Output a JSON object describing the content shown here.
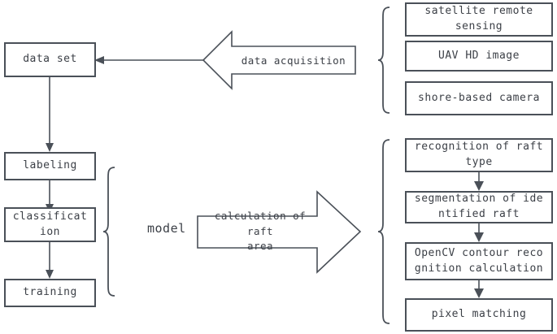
{
  "diagram": {
    "title": "Raft area calculation workflow flowchart",
    "stroke_color": "#4a5058",
    "text_color": "#3b3f46",
    "background": "#ffffff",
    "labels": {
      "model": "model"
    },
    "arrows": {
      "data_acquisition": "data  acquisition",
      "calculation_of_raft_area": "calculation  of  raft\narea"
    },
    "pipeline_left": [
      {
        "id": "data-set",
        "label": "data  set"
      },
      {
        "id": "labeling",
        "label": "labeling"
      },
      {
        "id": "classification",
        "label": "classificat\nion"
      },
      {
        "id": "training",
        "label": "training"
      }
    ],
    "sources_right": [
      {
        "id": "satellite-remote-sensing",
        "label": "satellite  remote\nsensing"
      },
      {
        "id": "uav-hd-image",
        "label": "UAV  HD  image"
      },
      {
        "id": "shore-based-camera",
        "label": "shore-based  camera"
      }
    ],
    "processing_right": [
      {
        "id": "recognition-of-raft-type",
        "label": "recognition  of  raft\ntype"
      },
      {
        "id": "segmentation-of-identified-raft",
        "label": "segmentation  of  ide\nntified raft"
      },
      {
        "id": "opencv-contour-recognition-calculation",
        "label": "OpenCV  contour  reco\ngnition  calculation"
      },
      {
        "id": "pixel-matching",
        "label": "pixel  matching"
      }
    ]
  }
}
